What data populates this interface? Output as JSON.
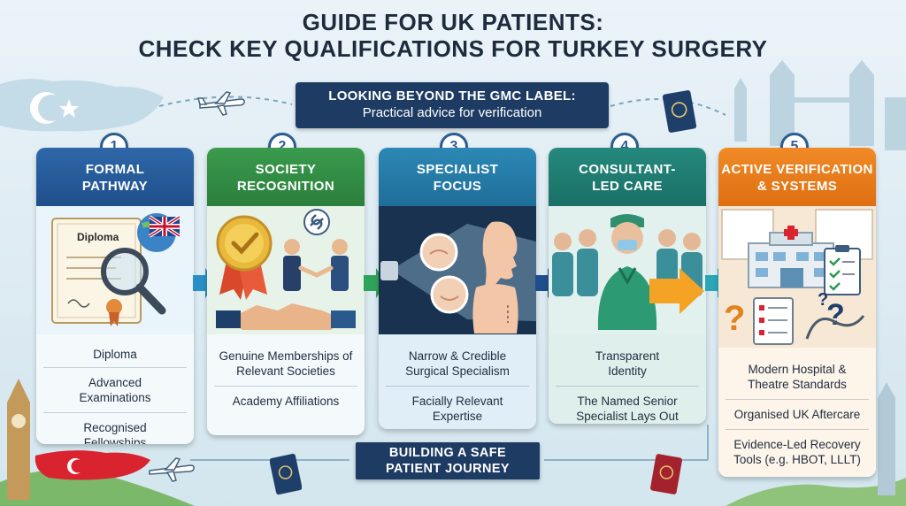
{
  "header": {
    "title_line1": "GUIDE FOR UK PATIENTS:",
    "title_line2": "CHECK KEY QUALIFICATIONS FOR TURKEY SURGERY"
  },
  "banner": {
    "line1": "LOOKING BEYOND THE GMC LABEL:",
    "line2": "Practical advice for verification"
  },
  "steps": [
    {
      "number": "1",
      "title_line1": "FORMAL",
      "title_line2": "PATHWAY",
      "art_label": "Diploma",
      "items": [
        "Diploma",
        "Advanced Examinations",
        "Recognised Fellowships"
      ]
    },
    {
      "number": "2",
      "title_line1": "SOCIETY",
      "title_line2": "RECOGNITION",
      "items": [
        "Genuine Memberships of Relevant Societies",
        "Academy Affiliations"
      ]
    },
    {
      "number": "3",
      "title_line1": "SPECIALIST",
      "title_line2": "FOCUS",
      "items": [
        "Narrow & Credible Surgical Specialism",
        "Facially Relevant Expertise"
      ]
    },
    {
      "number": "4",
      "title_line1": "CONSULTANT-",
      "title_line2": "LED CARE",
      "items": [
        "Transparent Identity",
        "The Named Senior Specialist Lays Out Every Stage"
      ]
    },
    {
      "number": "5",
      "title_line1": "ACTIVE VERIFICATION",
      "title_line2": "& SYSTEMS",
      "items": [
        "Modern Hospital & Theatre Standards",
        "Organised UK Aftercare",
        "Evidence-Led Recovery Tools (e.g. HBOT, LLLT)"
      ]
    }
  ],
  "footer": {
    "line1": "BUILDING A SAFE",
    "line2": "PATIENT JOURNEY"
  },
  "colors": {
    "navy": "#1d3b63",
    "step1": "#2e67a9",
    "step2": "#3a9b4d",
    "step3": "#2c88b5",
    "step4": "#25897d",
    "step5": "#f08a26",
    "turkey_red": "#d9232e"
  },
  "icons": [
    "airplane-icon",
    "passport-icon",
    "turkey-flag-icon",
    "uk-flag-icon",
    "big-ben-icon",
    "tower-bridge-icon",
    "magnifier-icon",
    "medal-icon",
    "handshake-icon",
    "link-icon",
    "spotlight-icon",
    "surgeon-icon",
    "hospital-icon",
    "checklist-icon",
    "question-icon"
  ]
}
